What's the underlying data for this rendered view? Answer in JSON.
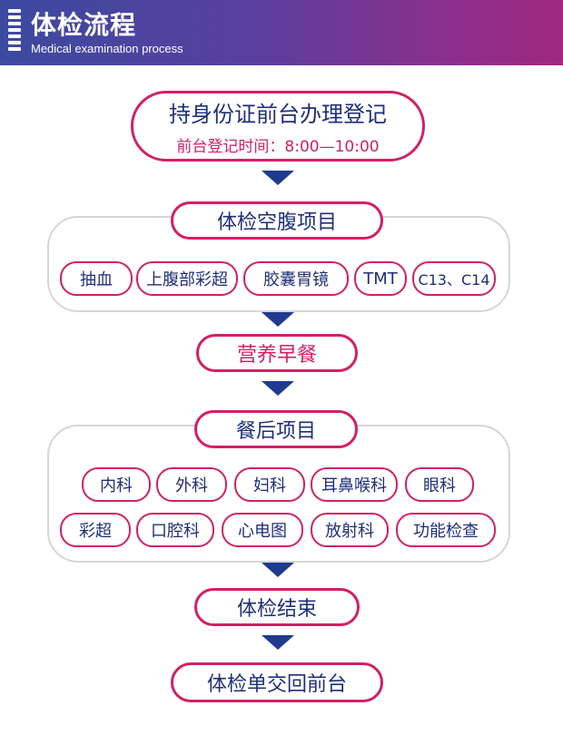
{
  "header": {
    "title": "体检流程",
    "subtitle": "Medical examination process"
  },
  "steps": {
    "register": {
      "main": "持身份证前台办理登记",
      "sub": "前台登记时间：8:00—10:00"
    },
    "fasting": {
      "label": "体检空腹项目",
      "items": [
        "抽血",
        "上腹部彩超",
        "胶囊胃镜",
        "TMT",
        "C13、C14"
      ]
    },
    "breakfast": {
      "label": "营养早餐"
    },
    "after_meal": {
      "label": "餐后项目",
      "row1": [
        "内科",
        "外科",
        "妇科",
        "耳鼻喉科",
        "眼科"
      ],
      "row2": [
        "彩超",
        "口腔科",
        "心电图",
        "放射科",
        "功能检查"
      ]
    },
    "finish": {
      "label": "体检结束"
    },
    "return": {
      "label": "体检单交回前台"
    }
  },
  "colors": {
    "accent": "#d31f66",
    "text": "#1f2f7a",
    "arrow": "#1f3b8f"
  }
}
